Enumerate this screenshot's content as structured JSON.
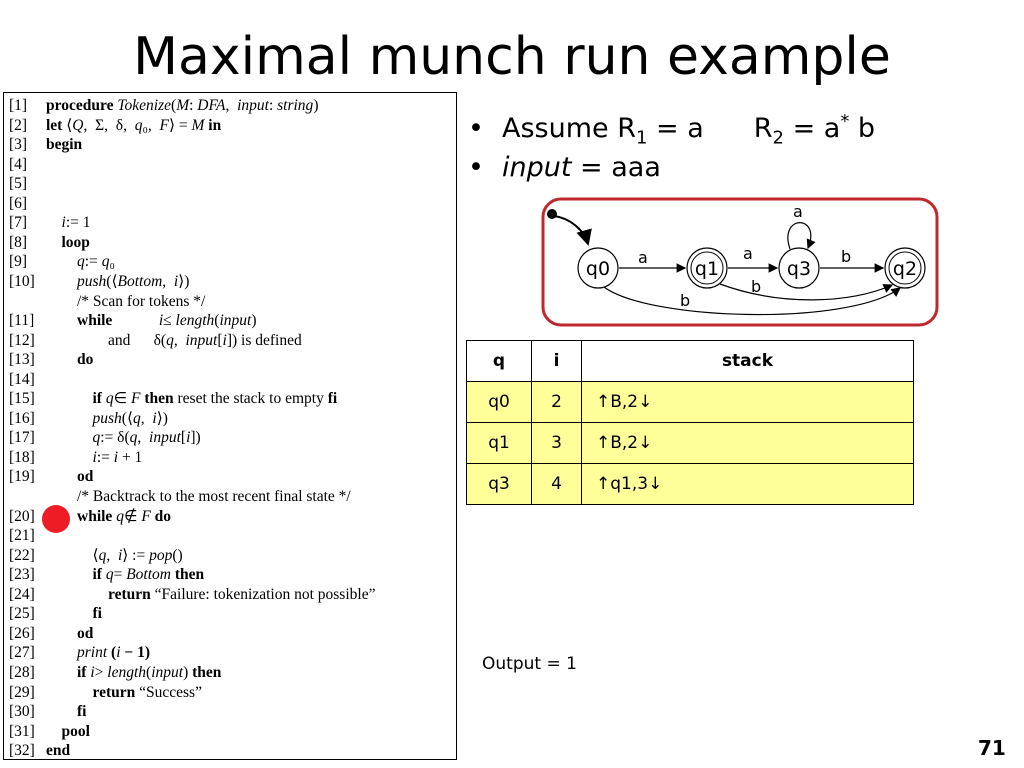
{
  "title": "Maximal munch run example",
  "code": [
    {
      "num": "[1]",
      "segs": [
        [
          "kw",
          "procedure "
        ],
        [
          "it",
          "Tokenize"
        ],
        [
          "",
          "("
        ],
        [
          "it",
          "M"
        ],
        [
          "",
          ": "
        ],
        [
          "it",
          "DFA"
        ],
        [
          "",
          ",  "
        ],
        [
          "it",
          "input"
        ],
        [
          "",
          ": "
        ],
        [
          "it",
          "string"
        ],
        [
          "",
          ")"
        ]
      ]
    },
    {
      "num": "[2]",
      "segs": [
        [
          "kw",
          "let "
        ],
        [
          "",
          "⟨"
        ],
        [
          "it",
          "Q"
        ],
        [
          "",
          ",  Σ,  δ,  "
        ],
        [
          "it",
          "q"
        ],
        [
          "",
          "₀,  "
        ],
        [
          "it",
          "F"
        ],
        [
          "",
          "⟩ = "
        ],
        [
          "it",
          "M"
        ],
        [
          "kw",
          " in"
        ]
      ]
    },
    {
      "num": "[3]",
      "segs": [
        [
          "kw",
          "begin"
        ]
      ]
    },
    {
      "num": "[4]",
      "segs": []
    },
    {
      "num": "[5]",
      "segs": []
    },
    {
      "num": "[6]",
      "segs": []
    },
    {
      "num": "[7]",
      "segs": [
        [
          "",
          "    "
        ],
        [
          "it",
          "i"
        ],
        [
          "",
          ":= 1"
        ]
      ]
    },
    {
      "num": "[8]",
      "segs": [
        [
          "",
          "    "
        ],
        [
          "kw",
          "loop"
        ]
      ]
    },
    {
      "num": "[9]",
      "segs": [
        [
          "",
          "        "
        ],
        [
          "it",
          "q"
        ],
        [
          "",
          ":= "
        ],
        [
          "it",
          "q"
        ],
        [
          "",
          "₀"
        ]
      ]
    },
    {
      "num": "[10]",
      "segs": [
        [
          "",
          "        "
        ],
        [
          "it",
          "push"
        ],
        [
          "",
          "(⟨"
        ],
        [
          "it",
          "Bottom"
        ],
        [
          "",
          ",  "
        ],
        [
          "it",
          "i"
        ],
        [
          "",
          "⟩)"
        ]
      ]
    },
    {
      "num": "",
      "segs": [
        [
          "",
          "        /* Scan for tokens */"
        ]
      ]
    },
    {
      "num": "[11]",
      "segs": [
        [
          "",
          "        "
        ],
        [
          "kw",
          "while"
        ],
        [
          "",
          "            "
        ],
        [
          "it",
          "i"
        ],
        [
          "",
          "≤ "
        ],
        [
          "it",
          "length"
        ],
        [
          "",
          "("
        ],
        [
          "it",
          "input"
        ],
        [
          "",
          ")"
        ]
      ]
    },
    {
      "num": "[12]",
      "segs": [
        [
          "",
          "                "
        ],
        [
          "",
          "and      δ("
        ],
        [
          "it",
          "q"
        ],
        [
          "",
          ",  "
        ],
        [
          "it",
          "input"
        ],
        [
          "",
          "["
        ],
        [
          "it",
          "i"
        ],
        [
          "",
          "]) is defined"
        ]
      ]
    },
    {
      "num": "[13]",
      "segs": [
        [
          "",
          "        "
        ],
        [
          "kw",
          "do"
        ]
      ]
    },
    {
      "num": "[14]",
      "segs": []
    },
    {
      "num": "[15]",
      "segs": [
        [
          "",
          "            "
        ],
        [
          "kw",
          "if "
        ],
        [
          "it",
          "q"
        ],
        [
          "",
          "∈ "
        ],
        [
          "it",
          "F"
        ],
        [
          "kw",
          " then"
        ],
        [
          "",
          " reset the stack to empty "
        ],
        [
          "kw",
          "fi"
        ]
      ]
    },
    {
      "num": "[16]",
      "segs": [
        [
          "",
          "            "
        ],
        [
          "it",
          "push"
        ],
        [
          "",
          "(⟨"
        ],
        [
          "it",
          "q"
        ],
        [
          "",
          ",  "
        ],
        [
          "it",
          "i"
        ],
        [
          "",
          "⟩)"
        ]
      ]
    },
    {
      "num": "[17]",
      "segs": [
        [
          "",
          "            "
        ],
        [
          "it",
          "q"
        ],
        [
          "",
          ":= δ("
        ],
        [
          "it",
          "q"
        ],
        [
          "",
          ",  "
        ],
        [
          "it",
          "input"
        ],
        [
          "",
          "["
        ],
        [
          "it",
          "i"
        ],
        [
          "",
          "])"
        ]
      ]
    },
    {
      "num": "[18]",
      "segs": [
        [
          "",
          "            "
        ],
        [
          "it",
          "i"
        ],
        [
          "",
          ":= "
        ],
        [
          "it",
          "i"
        ],
        [
          "",
          " + 1"
        ]
      ]
    },
    {
      "num": "[19]",
      "segs": [
        [
          "",
          "        "
        ],
        [
          "kw",
          "od"
        ]
      ]
    },
    {
      "num": "",
      "segs": [
        [
          "",
          "        /* Backtrack to the most recent final state */"
        ]
      ]
    },
    {
      "num": "[20]",
      "segs": [
        [
          "",
          "        "
        ],
        [
          "kw",
          "while "
        ],
        [
          "it",
          "q"
        ],
        [
          "",
          "∉ "
        ],
        [
          "it",
          "F"
        ],
        [
          "kw",
          " do"
        ]
      ]
    },
    {
      "num": "[21]",
      "segs": []
    },
    {
      "num": "[22]",
      "segs": [
        [
          "",
          "            ⟨"
        ],
        [
          "it",
          "q"
        ],
        [
          "",
          ",  "
        ],
        [
          "it",
          "i"
        ],
        [
          "",
          "⟩ := "
        ],
        [
          "it",
          "pop"
        ],
        [
          "",
          "()"
        ]
      ]
    },
    {
      "num": "[23]",
      "segs": [
        [
          "",
          "            "
        ],
        [
          "kw",
          "if "
        ],
        [
          "it",
          "q"
        ],
        [
          "",
          "= "
        ],
        [
          "it",
          "Bottom"
        ],
        [
          "kw",
          " then"
        ]
      ]
    },
    {
      "num": "[24]",
      "segs": [
        [
          "",
          "                "
        ],
        [
          "kw",
          "return"
        ],
        [
          "",
          " “Failure: tokenization not possible”"
        ]
      ]
    },
    {
      "num": "[25]",
      "segs": [
        [
          "",
          "            "
        ],
        [
          "kw",
          "fi"
        ]
      ]
    },
    {
      "num": "[26]",
      "segs": [
        [
          "",
          "        "
        ],
        [
          "kw",
          "od"
        ]
      ]
    },
    {
      "num": "[27]",
      "segs": [
        [
          "",
          "        "
        ],
        [
          "it",
          "print"
        ],
        [
          "kw",
          " ("
        ],
        [
          "it",
          "i"
        ],
        [
          "kw",
          " − 1)"
        ]
      ]
    },
    {
      "num": "[28]",
      "segs": [
        [
          "",
          "        "
        ],
        [
          "kw",
          "if "
        ],
        [
          "it",
          "i"
        ],
        [
          "",
          "> "
        ],
        [
          "it",
          "length"
        ],
        [
          "",
          "("
        ],
        [
          "it",
          "input"
        ],
        [
          "",
          ")"
        ],
        [
          "kw",
          " then"
        ]
      ]
    },
    {
      "num": "[29]",
      "segs": [
        [
          "",
          "            "
        ],
        [
          "kw",
          "return"
        ],
        [
          "",
          " “Success”"
        ]
      ]
    },
    {
      "num": "[30]",
      "segs": [
        [
          "",
          "        "
        ],
        [
          "kw",
          "fi"
        ]
      ]
    },
    {
      "num": "[31]",
      "segs": [
        [
          "",
          "    "
        ],
        [
          "kw",
          "pool"
        ]
      ]
    },
    {
      "num": "[32]",
      "segs": [
        [
          "kw",
          "end"
        ]
      ]
    }
  ],
  "bullets": {
    "b1_prefix": "Assume R",
    "b1_sub1": "1",
    "b1_mid": " = a",
    "b1_r2": "R",
    "b1_sub2": "2",
    "b1_eq": " = a",
    "b1_sup": "*",
    "b1_end": " b",
    "b2_it": "input",
    "b2_rest": " = aaa"
  },
  "fsm": {
    "states": [
      "q0",
      "q1",
      "q3",
      "q2"
    ],
    "labels": {
      "q0_q1": "a",
      "q1_q3": "a",
      "q3_loop": "a",
      "q3_q2": "b",
      "q1_q2": "b",
      "q0_q2": "b"
    },
    "border_color": "#c0282d"
  },
  "table": {
    "headers": [
      "q",
      "i",
      "stack"
    ],
    "rows": [
      [
        "q0",
        "2",
        "↑B,2↓"
      ],
      [
        "q1",
        "3",
        "↑B,2↓"
      ],
      [
        "q3",
        "4",
        "↑q1,3↓"
      ]
    ],
    "row_color": "#ffff99"
  },
  "output_text": "Output = 1",
  "page_number": "71"
}
